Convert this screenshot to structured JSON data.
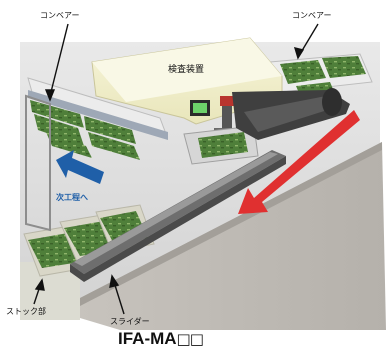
{
  "labels": {
    "conveyor_left": "コンベアー",
    "conveyor_right": "コンベアー",
    "inspection_device": "検査装置",
    "next_process": "次工程へ",
    "stock_section": "ストック部",
    "slider": "スライダー"
  },
  "model": {
    "name": "IFA-MA",
    "suffix": "□□"
  },
  "colors": {
    "arrow_red": "#e03030",
    "arrow_blue": "#1f5fa8",
    "machine_body": "#f1efc8",
    "pcb_green": "#4f7f3a",
    "slider_body": "#4a4a4a"
  }
}
